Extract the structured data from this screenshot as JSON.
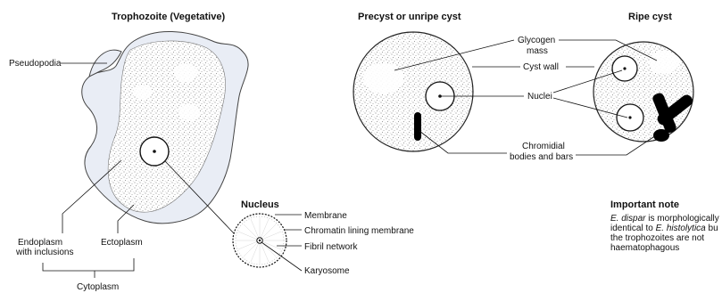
{
  "headings": {
    "trophozoite": "Trophozoite (Vegetative)",
    "precyst": "Precyst or unripe cyst",
    "ripe_cyst": "Ripe cyst",
    "nucleus": "Nucleus"
  },
  "labels": {
    "pseudopodia": "Pseudopodia",
    "endoplasm_line1": "Endoplasm",
    "endoplasm_line2": "with inclusions",
    "ectoplasm": "Ectoplasm",
    "cytoplasm": "Cytoplasm",
    "glycogen_line1": "Glycogen",
    "glycogen_line2": "mass",
    "cyst_wall": "Cyst wall",
    "nuclei": "Nuclei",
    "chromidial_line1": "Chromidial",
    "chromidial_line2": "bodies and bars",
    "membrane": "Membrane",
    "chromatin": "Chromatin lining membrane",
    "fibril": "Fibril network",
    "karyosome": "Karyosome"
  },
  "note": {
    "title": "Important note",
    "line1_species": "E. dispar",
    "line1_rest": " is morphologically",
    "line2_pre": "identical to ",
    "line2_species": "E. histolytica",
    "line2_rest": " bu",
    "line3": "the trophozoites are not",
    "line4": "haematophagous"
  },
  "colors": {
    "line": "#111111",
    "stipple": "#6e6e6e",
    "ectoplasm_fill": "#e9edf5",
    "chromidial_bar": "#000000"
  }
}
